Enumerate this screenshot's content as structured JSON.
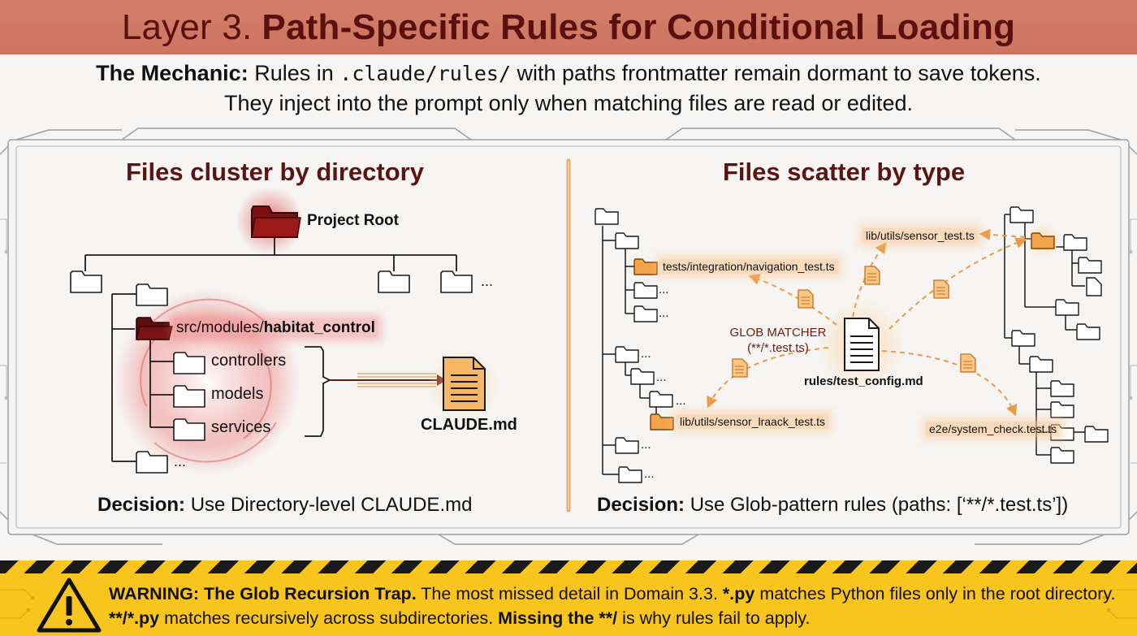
{
  "header": {
    "title_prefix": "Layer 3.",
    "title_main": "Path-Specific Rules for Conditional Loading"
  },
  "mechanic": {
    "label": "The Mechanic:",
    "text_before_code": "Rules in",
    "code": ".claude/rules/",
    "text_after_code": "with paths frontmatter remain dormant to save tokens.",
    "line2": "They inject into the prompt only when matching files are read or edited."
  },
  "left_panel": {
    "title": "Files cluster by directory",
    "root_label": "Project Root",
    "module_path_prefix": "src/modules/",
    "module_path_name": "habitat_control",
    "subfolders": [
      "controllers",
      "models",
      "services"
    ],
    "ellipsis": "...",
    "target_file": "CLAUDE.md",
    "decision_label": "Decision:",
    "decision_text": "Use Directory-level CLAUDE.md"
  },
  "right_panel": {
    "title": "Files scatter by type",
    "matcher_title": "GLOB MATCHER",
    "matcher_pattern": "(**/*.test.ts)",
    "config_file": "rules/test_config.md",
    "matched_files": [
      "tests/integration/navigation_test.ts",
      "lib/utils/sensor_test.ts",
      "lib/utils/sensor_lraack_test.ts",
      "e2e/system_check.test.ts"
    ],
    "ellipsis": "...",
    "decision_label": "Decision:",
    "decision_text": "Use Glob-pattern rules (paths: [‘**/*.test.ts’])"
  },
  "warning": {
    "label": "WARNING: The Glob Recursion Trap.",
    "text1": "The most missed detail in Domain 3.3.",
    "code1": "*.py",
    "text2": "matches Python files only in the root directory.",
    "code2": "**/*.py",
    "text3": "matches recursively across subdirectories.",
    "emph": "Missing the **/",
    "text4": "is why rules fail to apply."
  },
  "colors": {
    "title_band": "#cf7864",
    "title_text": "#5a1010",
    "accent_orange": "#f0a050",
    "accent_red": "#e04040",
    "warning_yellow": "#f7c51e"
  }
}
